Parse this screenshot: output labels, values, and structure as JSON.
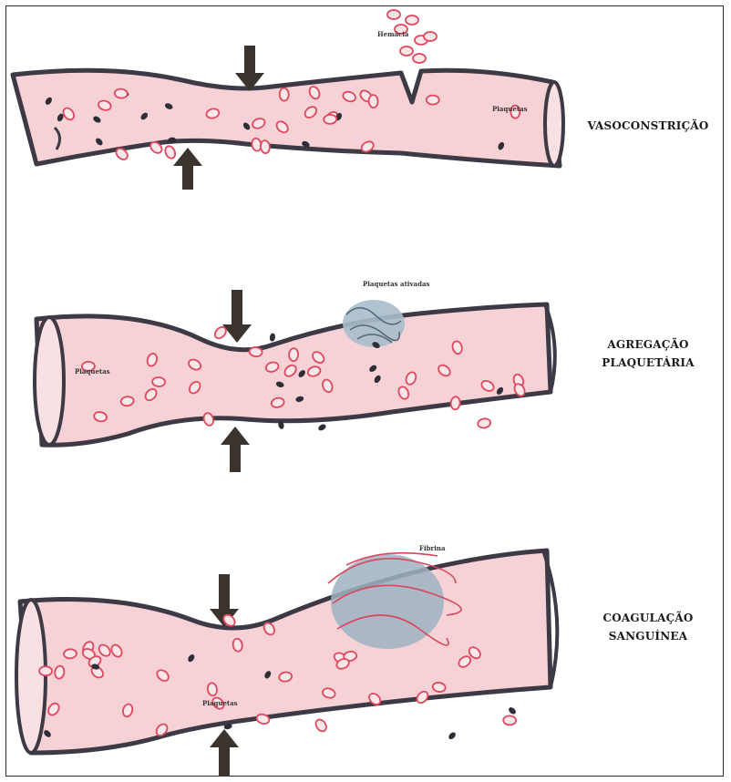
{
  "stages": [
    {
      "title_lines": [
        "VASOCONSTRIÇÃO"
      ],
      "labels": [
        "Hemácia",
        "Plaquetas"
      ]
    },
    {
      "title_lines": [
        "AGREGAÇÃO",
        "PLAQUETÁRIA"
      ],
      "labels": [
        "Plaquetas ativadas",
        "Plaquetas"
      ]
    },
    {
      "title_lines": [
        "COAGULAÇÃO",
        "SANGUÍNEA"
      ],
      "labels": [
        "Fibrina",
        "Plaquetas"
      ]
    }
  ],
  "colors": {
    "vessel_fill": "#f6d2d6",
    "vessel_stroke": "#3d3a45",
    "red_cell": "#e0485e",
    "platelet": "#2e2e38",
    "arrow": "#3b342e",
    "activated_cluster": "#8fa7b8",
    "fibrin": "#d8465c"
  }
}
